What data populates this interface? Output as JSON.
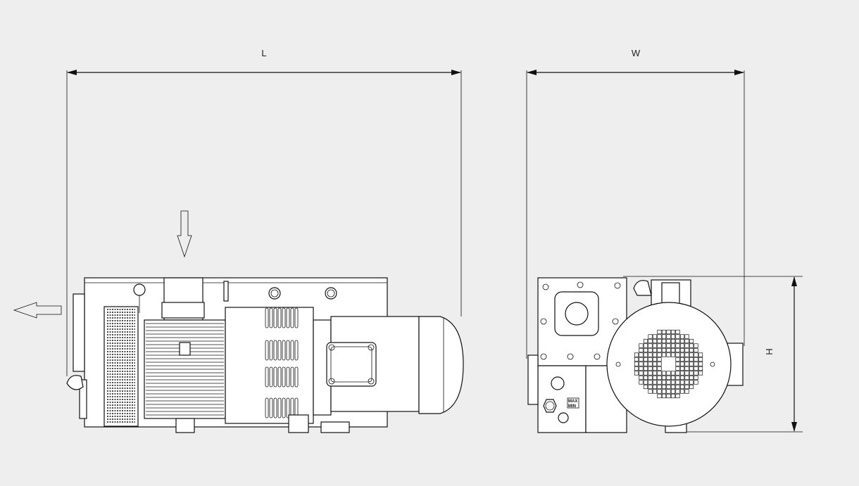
{
  "dimensions": {
    "length_label": "L",
    "width_label": "W",
    "height_label": "H"
  },
  "oil_level": {
    "max_label": "MAX",
    "min_label": "MIN"
  },
  "colors": {
    "background": "#eeeeee",
    "line": "#111111",
    "fill": "#ffffff"
  }
}
